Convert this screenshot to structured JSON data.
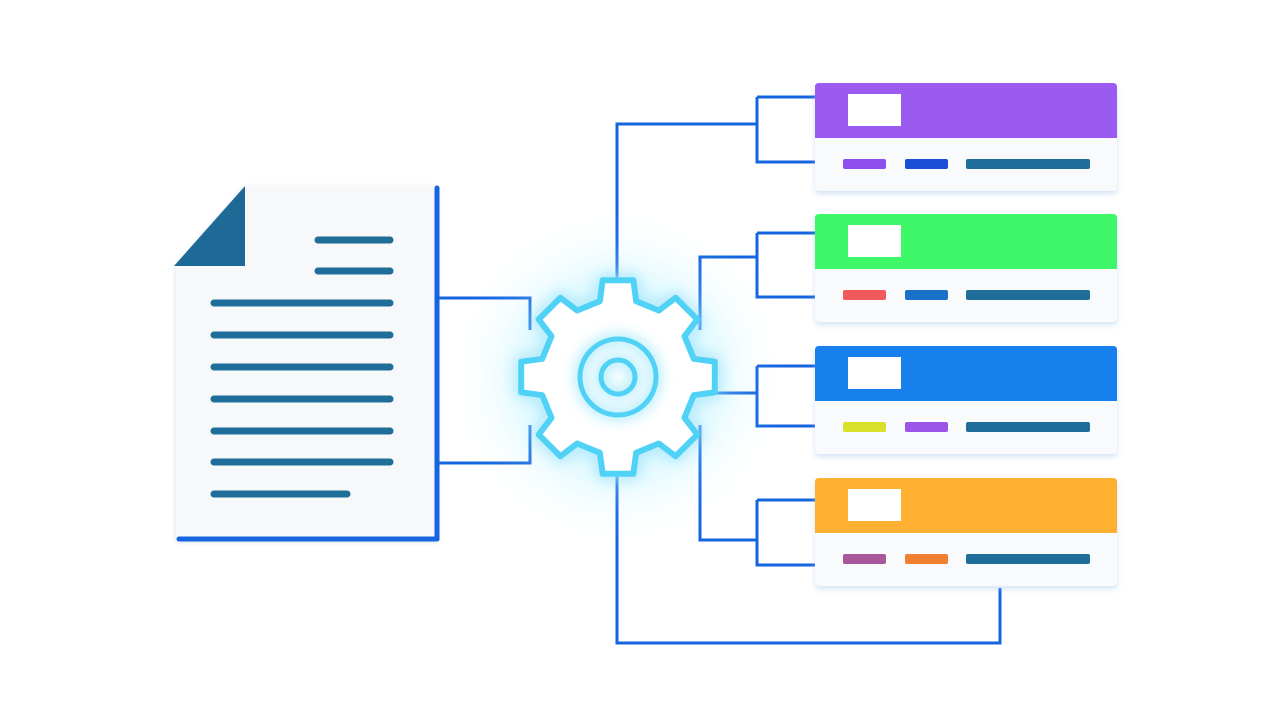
{
  "diagram": {
    "colors": {
      "connector": "#1565e0",
      "doc_line": "#1f6e99",
      "doc_corner": "#1e6a96",
      "doc_edge": "#1565e0",
      "doc_fill": "#f6f8fa",
      "gear_stroke": "#4fd2f5",
      "gear_glow": "#aef0ff",
      "card_body": "#f8fafc",
      "card_shadow": "#cfe0f2"
    },
    "icons": {
      "source": "document-icon",
      "processor": "gear-icon"
    },
    "outputs": [
      {
        "name": "purple",
        "header_color": "#9c5bf0",
        "tags": [
          "#8e4ff0",
          "#1a4fd8",
          "#1f6e99"
        ]
      },
      {
        "name": "green",
        "header_color": "#3ff86a",
        "tags": [
          "#f05a5a",
          "#1a72c8",
          "#1f6e99"
        ]
      },
      {
        "name": "blue",
        "header_color": "#1780ec",
        "tags": [
          "#d8e02a",
          "#9a55e8",
          "#1f6e99"
        ]
      },
      {
        "name": "orange",
        "header_color": "#ffb030",
        "tags": [
          "#a9569a",
          "#f08030",
          "#1f6e99"
        ]
      }
    ]
  }
}
